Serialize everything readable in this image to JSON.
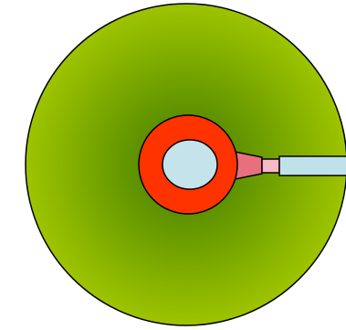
{
  "diagram": {
    "shapes": [
      {
        "role": "outer-disc",
        "fill_edge": "#9ec400",
        "fill_center": "#3f7a00",
        "stroke": "#000000"
      },
      {
        "role": "red-ring",
        "fill": "#ff3300",
        "stroke": "#000000"
      },
      {
        "role": "inner-hole",
        "fill": "#c5e3ea",
        "stroke": "#000000"
      },
      {
        "role": "pink-connector",
        "fill": "#e8707e",
        "stroke": "#000000"
      },
      {
        "role": "small-sleeve",
        "fill": "#f8b8c8",
        "stroke": "#000000"
      },
      {
        "role": "cyan-rod",
        "fill": "#bfe2ea",
        "stroke": "#000000"
      }
    ]
  }
}
